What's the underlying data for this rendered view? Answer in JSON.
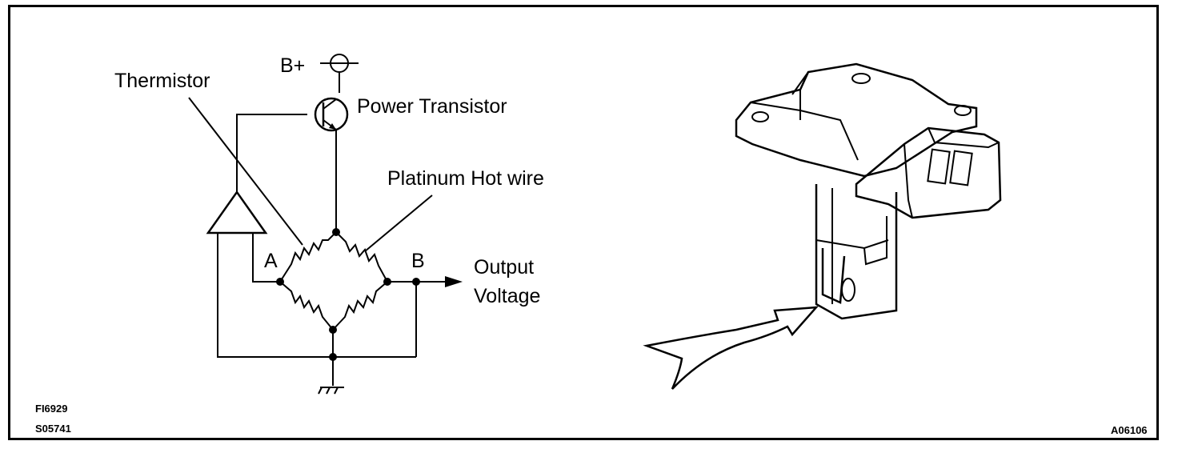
{
  "labels": {
    "b_plus": "B+",
    "thermistor": "Thermistor",
    "power_transistor": "Power Transistor",
    "platinum_hot_wire": "Platinum Hot wire",
    "node_a": "A",
    "node_b": "B",
    "output_line1": "Output",
    "output_line2": "Voltage"
  },
  "footer": {
    "code1": "FI6929",
    "code2": "S05741",
    "code3": "A06106"
  }
}
